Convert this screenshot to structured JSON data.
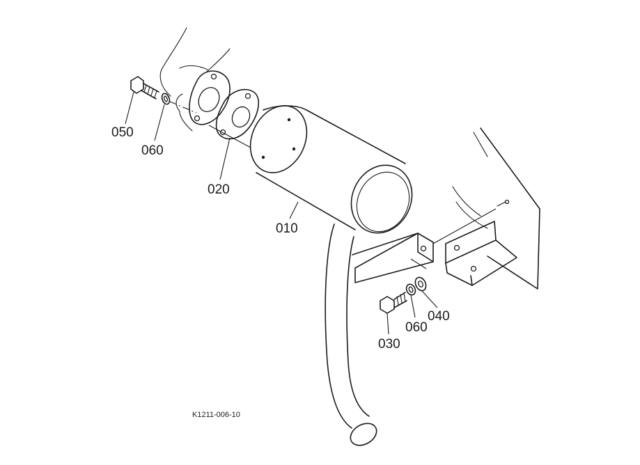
{
  "diagram_code": "K1211-006-10",
  "parts": {
    "muffler": "010",
    "gasket": "020",
    "bracket_bolt": "030",
    "washer": "040",
    "flange_bolt": "050",
    "flange_lock_washer": "060",
    "bracket_lock_washer": "060"
  }
}
